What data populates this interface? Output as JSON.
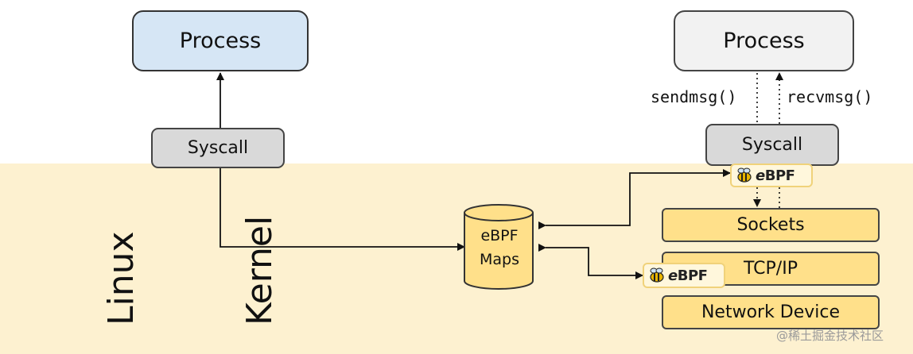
{
  "kernel": {
    "line1": "Linux",
    "line2": "Kernel"
  },
  "left": {
    "process": "Process",
    "syscall": "Syscall"
  },
  "right": {
    "process": "Process",
    "syscall": "Syscall",
    "sendmsg": "sendmsg()",
    "recvmsg": "recvmsg()",
    "sockets": "Sockets",
    "tcpip": "TCP/IP",
    "network_device": "Network Device"
  },
  "maps": {
    "line1": "eBPF",
    "line2": "Maps"
  },
  "badges": {
    "prefix": "e",
    "suffix": "BPF",
    "icon": "bee-icon"
  },
  "watermark": "@稀土掘金技术社区",
  "colors": {
    "kernel_band": "#fdf1d0",
    "process_left": "#d6e6f5",
    "process_right": "#f2f2f2",
    "syscall": "#d9d9d9",
    "kernel_box": "#ffe08a"
  }
}
